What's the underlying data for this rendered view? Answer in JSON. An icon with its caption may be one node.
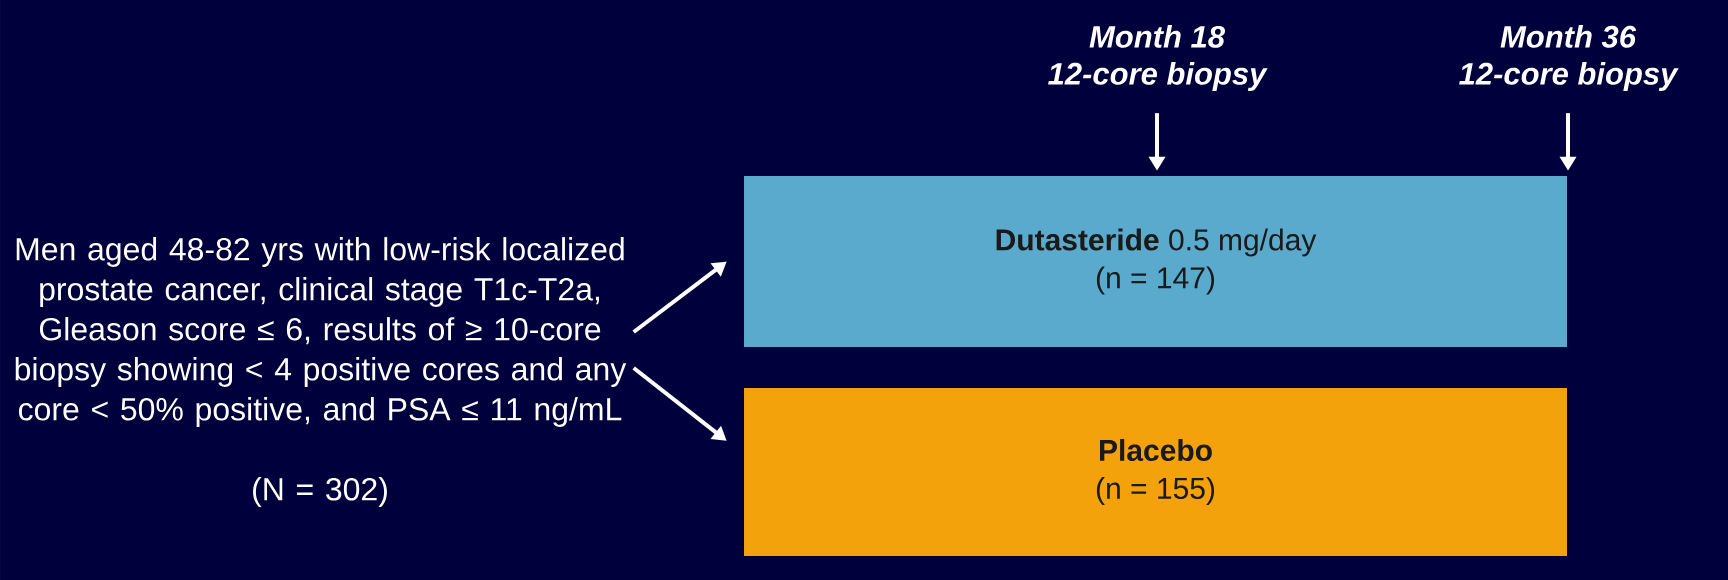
{
  "diagram": {
    "nodes": [
      {
        "text": [
          "Men aged 48-82 yrs with low-risk localized prostate cancer, clinical stage T1c-T2a, Gleason score ≤ 6, results of ≥ 10-core biopsy showing < 4 positive cores and any core < 50% positive, and PSA ≤ 11 ng/mL",
          "(N = 302)"
        ]
      },
      {
        "text": [
          "**Dutasteride** 0.5 mg/day",
          "(n = 147)"
        ]
      },
      {
        "text": [
          "Placebo",
          "(n = 155)"
        ]
      },
      {
        "text": [
          "Month 18",
          "12-core biopsy"
        ]
      },
      {
        "text": [
          "Month 36",
          "12-core biopsy"
        ]
      }
    ],
    "edges": [
      {
        "from": 0,
        "to": 1,
        "arrow": "to"
      },
      {
        "from": 0,
        "to": 2,
        "arrow": "to"
      },
      {
        "from": 3,
        "to": 1,
        "arrow": "to"
      },
      {
        "from": 4,
        "to": 1,
        "arrow": "to"
      }
    ]
  }
}
